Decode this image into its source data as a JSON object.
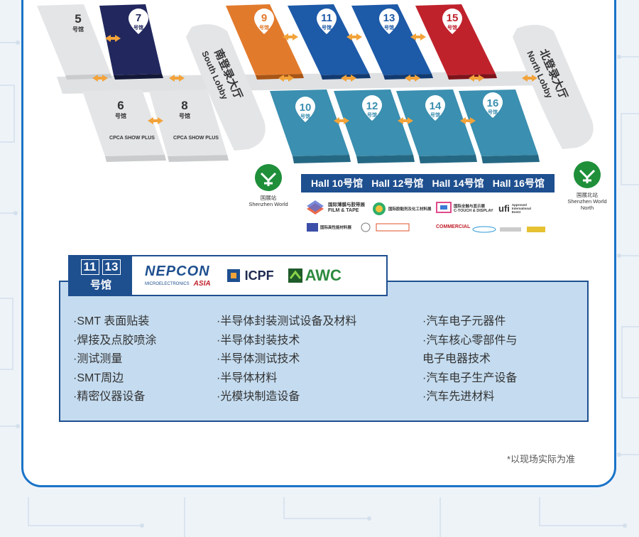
{
  "halls": {
    "h5": {
      "num": "5",
      "sub": "号馆"
    },
    "h7": {
      "num": "7",
      "sub": "号馆"
    },
    "h9": {
      "num": "9",
      "sub": "号馆"
    },
    "h11": {
      "num": "11",
      "sub": "号馆"
    },
    "h13": {
      "num": "13",
      "sub": "号馆"
    },
    "h15": {
      "num": "15",
      "sub": "号馆"
    },
    "h6": {
      "num": "6",
      "sub": "号馆",
      "event": "CPCA SHOW PLUS"
    },
    "h8": {
      "num": "8",
      "sub": "号馆",
      "event": "CPCA SHOW PLUS"
    },
    "h10": {
      "num": "10",
      "sub": "号馆"
    },
    "h12": {
      "num": "12",
      "sub": "号馆"
    },
    "h14": {
      "num": "14",
      "sub": "号馆"
    },
    "h16": {
      "num": "16",
      "sub": "号馆"
    }
  },
  "lobbies": {
    "south": {
      "cn": "南登录大厅",
      "en": "South Lobby"
    },
    "north": {
      "cn": "北登录大厅",
      "en": "North Lobby"
    }
  },
  "stations": {
    "left": {
      "cn": "国展站",
      "en": "Shenzhen World"
    },
    "right": {
      "cn": "国展北站",
      "en": "Shenzhen World",
      "en2": "North"
    }
  },
  "hall_bar": [
    "Hall 10号馆",
    "Hall 12号馆",
    "Hall 14号馆",
    "Hall 16号馆"
  ],
  "event_logos": {
    "film_cn": "国际薄膜与胶带展",
    "film_en": "FILM & TAPE",
    "adhesive": "国际胶黏剂及化工材料展",
    "display_cn": "国际全触与显示展",
    "display_en": "C-TOUCH & DISPLAY",
    "ufi": "ufi",
    "ufi_note": "Approved International Event",
    "material_cn": "国际高性能材料展",
    "commercial": "COMMERCIAL"
  },
  "legend": {
    "hall_nums": [
      "11",
      "13"
    ],
    "hall_label": "号馆",
    "brands": {
      "nepcon": "NEPCON",
      "nepcon_sub": "ASIA",
      "nepcon_tag": "MICROELECTRONICS",
      "icpf": "ICPF",
      "awc": "AWC"
    },
    "col1": [
      "·SMT 表面贴装",
      "·焊接及点胶喷涂",
      "·测试测量",
      "·SMT周边",
      "·精密仪器设备"
    ],
    "col2": [
      "·半导体封装测试设备及材料",
      "·半导体封装技术",
      "·半导体测试技术",
      "·半导体材料",
      "·光模块制造设备"
    ],
    "col3": [
      "·汽车电子元器件",
      "·汽车核心零部件与",
      "电子电器技术",
      "·汽车电子生产设备",
      "·汽车先进材料"
    ]
  },
  "note": "*以现场实际为准",
  "colors": {
    "navy": "#1e4f8f",
    "teal": "#3b8fb0",
    "orange": "#e07a2a",
    "red": "#b8202a",
    "blue": "#1d5fae",
    "grey": "#e2e3e5",
    "arrow": "#f2a33a",
    "green": "#1f8f3a"
  }
}
